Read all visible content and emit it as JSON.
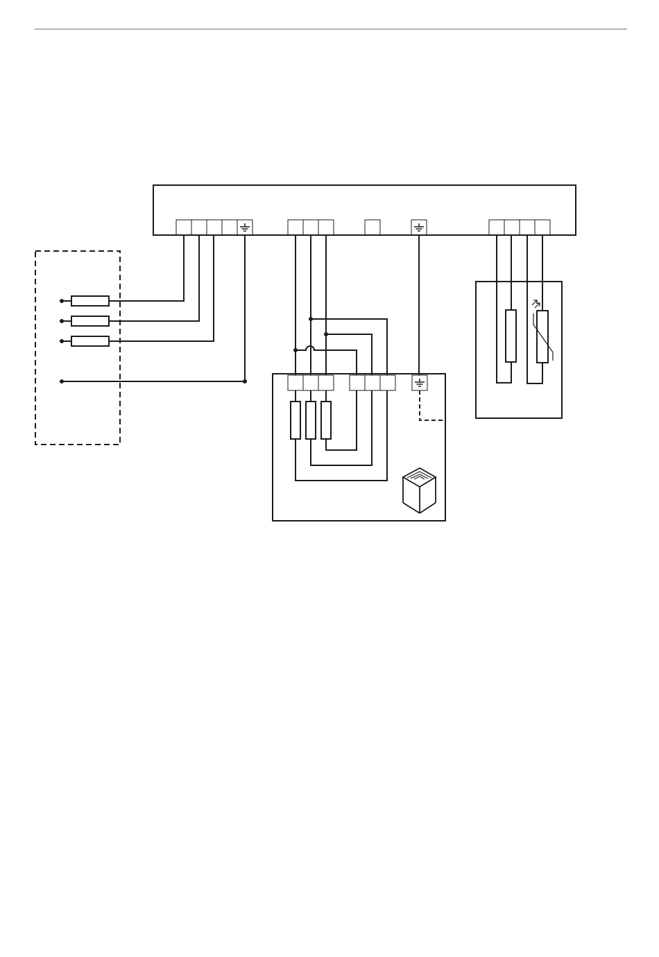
{
  "diagram": {
    "kind": "wiring-schematic",
    "line_color": "#1a1a1a",
    "header_rule_color": "#9a9a9a",
    "labels": []
  },
  "components": {
    "control_unit": "control-unit-box",
    "supply_panel": "supply-panel-dashed",
    "heater": "heater-unit-box",
    "sensor": "sensor-unit-box",
    "ground_symbol_icon": "ground-icon",
    "stone_icon": "sauna-stones-icon"
  }
}
